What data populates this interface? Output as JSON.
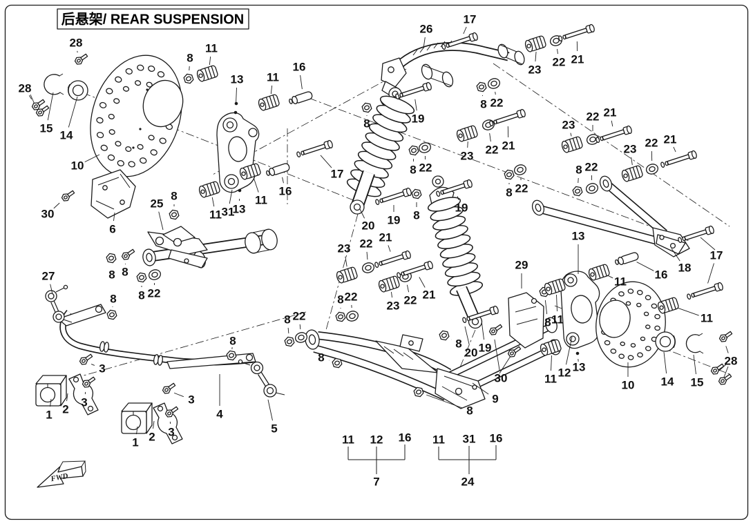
{
  "title": "后悬架/ REAR SUSPENSION",
  "fwd_label": "FWD",
  "colors": {
    "line": "#1a1a1a",
    "background": "#ffffff"
  },
  "diagram": {
    "type": "exploded-parts-diagram",
    "subject": "Rear suspension",
    "part_numbers_present": [
      "1",
      "2",
      "3",
      "4",
      "5",
      "6",
      "7",
      "8",
      "9",
      "10",
      "11",
      "12",
      "13",
      "14",
      "15",
      "16",
      "17",
      "18",
      "19",
      "20",
      "21",
      "22",
      "23",
      "24",
      "25",
      "26",
      "27",
      "28",
      "29",
      "30",
      "31"
    ],
    "groups": [
      {
        "labels": [
          "11",
          "12",
          "16"
        ],
        "assembly": "7"
      },
      {
        "labels": [
          "11",
          "31",
          "16"
        ],
        "assembly": "24"
      }
    ],
    "callouts": [
      [
        "28",
        110,
        62,
        "bs",
        4,
        26
      ],
      [
        "28",
        36,
        128,
        "bs",
        16,
        26
      ],
      [
        "15",
        67,
        186,
        "-",
        10,
        -52
      ],
      [
        "14",
        96,
        196,
        "-",
        16,
        -56
      ],
      [
        "10",
        112,
        240,
        "-",
        32,
        -16
      ],
      [
        "30",
        69,
        310,
        "bs",
        26,
        -24
      ],
      [
        "6",
        163,
        332,
        "-",
        3,
        -24
      ],
      [
        "8",
        275,
        84,
        "n",
        -2,
        30
      ],
      [
        "11",
        306,
        70,
        "b",
        -4,
        36
      ],
      [
        "13",
        343,
        115,
        "d",
        -2,
        48
      ],
      [
        "11",
        395,
        112,
        "b",
        -4,
        36
      ],
      [
        "16",
        433,
        97,
        "s",
        6,
        44
      ],
      [
        "8",
        531,
        179,
        "n",
        0,
        -23
      ],
      [
        "17",
        488,
        252,
        "B",
        -32,
        -36
      ],
      [
        "16",
        413,
        277,
        "s",
        -7,
        -32
      ],
      [
        "11",
        378,
        290,
        "b",
        -14,
        -42
      ],
      [
        "31",
        330,
        307,
        "-",
        6,
        -32
      ],
      [
        "13",
        346,
        303,
        "d",
        1,
        -27
      ],
      [
        "11",
        312,
        311,
        "b",
        -7,
        -37
      ],
      [
        "25",
        227,
        295,
        "-",
        9,
        38
      ],
      [
        "8",
        252,
        284,
        "n",
        0,
        27
      ],
      [
        "19",
        605,
        172,
        "B",
        -6,
        -40
      ],
      [
        "8",
        598,
        246,
        "n",
        1,
        -28
      ],
      [
        "22",
        616,
        243,
        "w",
        -1,
        -29
      ],
      [
        "20",
        533,
        327,
        "-",
        -12,
        -24
      ],
      [
        "19",
        570,
        319,
        "B",
        0,
        -34
      ],
      [
        "8",
        603,
        312,
        "n",
        0,
        -31
      ],
      [
        "19",
        668,
        301,
        "B",
        -10,
        -28
      ],
      [
        "26",
        617,
        42,
        "-",
        -4,
        28
      ],
      [
        "17",
        680,
        28,
        "B",
        -14,
        32
      ],
      [
        "23",
        774,
        101,
        "b",
        3,
        -38
      ],
      [
        "22",
        809,
        90,
        "w",
        -4,
        -31
      ],
      [
        "21",
        836,
        86,
        "B",
        -1,
        -38
      ],
      [
        "8",
        700,
        151,
        "n",
        -3,
        -25
      ],
      [
        "22",
        719,
        149,
        "w",
        -4,
        -28
      ],
      [
        "23",
        676,
        226,
        "b",
        2,
        -33
      ],
      [
        "22",
        712,
        217,
        "w",
        -5,
        -36
      ],
      [
        "21",
        736,
        211,
        "B",
        -1,
        -40
      ],
      [
        "8",
        737,
        279,
        "n",
        0,
        -26
      ],
      [
        "22",
        755,
        273,
        "w",
        -2,
        -27
      ],
      [
        "23",
        823,
        181,
        "b",
        7,
        28
      ],
      [
        "22",
        858,
        169,
        "w",
        0,
        33
      ],
      [
        "21",
        883,
        163,
        "B",
        6,
        32
      ],
      [
        "8",
        838,
        246,
        "n",
        -2,
        31
      ],
      [
        "22",
        856,
        242,
        "w",
        1,
        31
      ],
      [
        "23",
        912,
        216,
        "b",
        5,
        35
      ],
      [
        "22",
        943,
        207,
        "w",
        1,
        38
      ],
      [
        "21",
        970,
        202,
        "B",
        13,
        29
      ],
      [
        "13",
        837,
        342,
        "-",
        0,
        55
      ],
      [
        "18",
        991,
        388,
        "-",
        -19,
        -28
      ],
      [
        "17",
        1037,
        370,
        "B",
        -16,
        52
      ],
      [
        "16",
        957,
        398,
        "s",
        -46,
        -24
      ],
      [
        "11",
        898,
        408,
        "b",
        -29,
        -14
      ],
      [
        "29",
        755,
        384,
        "-",
        0,
        34
      ],
      [
        "8",
        793,
        467,
        "n",
        -5,
        -44
      ],
      [
        "11",
        807,
        463,
        "b",
        -2,
        -48
      ],
      [
        "30",
        725,
        548,
        "bs",
        -11,
        -68
      ],
      [
        "11",
        797,
        549,
        "b",
        2,
        -46
      ],
      [
        "12",
        817,
        540,
        "-",
        11,
        -52
      ],
      [
        "13",
        838,
        532,
        "d",
        -2,
        -20
      ],
      [
        "10",
        909,
        558,
        "-",
        0,
        -33
      ],
      [
        "14",
        966,
        553,
        "-",
        -5,
        -43
      ],
      [
        "15",
        1009,
        554,
        "-",
        -5,
        -40
      ],
      [
        "28",
        1058,
        523,
        "bs",
        -11,
        -33
      ],
      [
        "11",
        1023,
        461,
        "b",
        -54,
        -19
      ],
      [
        "20",
        682,
        511,
        "-",
        -9,
        -38
      ],
      [
        "8",
        664,
        498,
        "n",
        -21,
        -12
      ],
      [
        "19",
        702,
        504,
        "B",
        -6,
        -48
      ],
      [
        "9",
        717,
        578,
        "-",
        -33,
        -23
      ],
      [
        "8",
        680,
        595,
        "n",
        -74,
        -27
      ],
      [
        "27",
        70,
        400,
        "-",
        6,
        26
      ],
      [
        "8",
        162,
        398,
        "n",
        -1,
        -24
      ],
      [
        "8",
        181,
        394,
        "bs",
        1,
        -23
      ],
      [
        "8",
        164,
        433,
        "n",
        -2,
        23
      ],
      [
        "8",
        205,
        428,
        "n",
        0,
        -26
      ],
      [
        "22",
        223,
        425,
        "w",
        1,
        -27
      ],
      [
        "3",
        148,
        534,
        "bs",
        -27,
        -11
      ],
      [
        "3",
        122,
        583,
        "bs",
        3,
        -27
      ],
      [
        "1",
        71,
        601,
        "-",
        3,
        -23
      ],
      [
        "2",
        95,
        593,
        "-",
        3,
        -23
      ],
      [
        "1",
        196,
        641,
        "-",
        3,
        -23
      ],
      [
        "2",
        220,
        633,
        "-",
        3,
        -23
      ],
      [
        "3",
        248,
        626,
        "bs",
        -3,
        -27
      ],
      [
        "3",
        277,
        579,
        "bs",
        -36,
        -14
      ],
      [
        "4",
        318,
        600,
        "-",
        0,
        -58
      ],
      [
        "5",
        397,
        621,
        "-",
        -9,
        -42
      ],
      [
        "8",
        337,
        494,
        "n",
        -2,
        21
      ],
      [
        "8",
        416,
        463,
        "n",
        3,
        32
      ],
      [
        "22",
        433,
        458,
        "w",
        3,
        31
      ],
      [
        "8",
        465,
        518,
        "n",
        23,
        8
      ],
      [
        "23",
        498,
        360,
        "b",
        6,
        38
      ],
      [
        "22",
        530,
        353,
        "w",
        3,
        35
      ],
      [
        "21",
        558,
        344,
        "B",
        11,
        32
      ],
      [
        "23",
        569,
        443,
        "b",
        -4,
        -32
      ],
      [
        "22",
        594,
        435,
        "w",
        -7,
        -34
      ],
      [
        "21",
        621,
        427,
        "B",
        -20,
        -36
      ],
      [
        "8",
        493,
        434,
        "n",
        0,
        25
      ],
      [
        "22",
        508,
        430,
        "w",
        2,
        28
      ],
      [
        "11",
        504,
        637,
        0,
        0,
        0
      ],
      [
        "12",
        545,
        637,
        0,
        0,
        0
      ],
      [
        "16",
        586,
        634,
        0,
        0,
        0
      ],
      [
        "7",
        545,
        698,
        0,
        0,
        0
      ],
      [
        "11",
        635,
        637,
        0,
        0,
        0
      ],
      [
        "31",
        679,
        636,
        0,
        0,
        0
      ],
      [
        "16",
        718,
        635,
        0,
        0,
        0
      ],
      [
        "24",
        677,
        698,
        0,
        0,
        0
      ]
    ]
  }
}
